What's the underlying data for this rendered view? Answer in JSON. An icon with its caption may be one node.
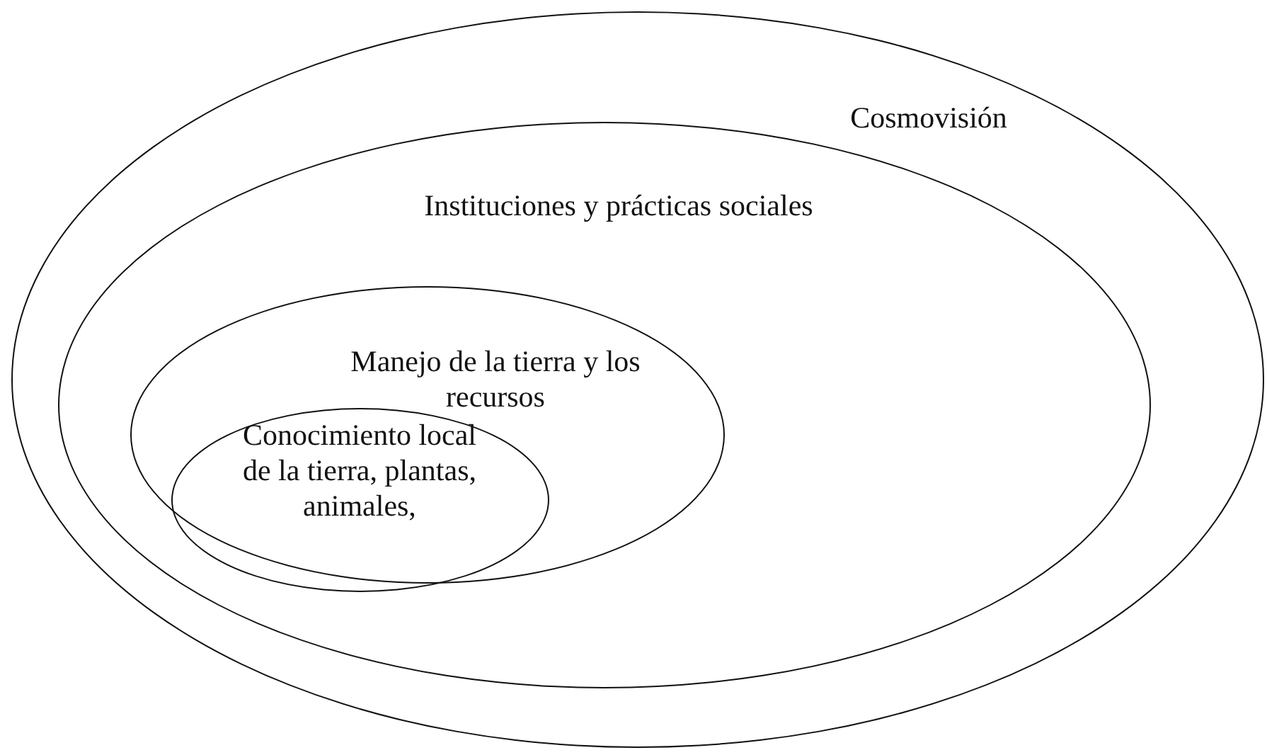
{
  "diagram": {
    "nodes": [
      {
        "text": [
          "Cosmovisión"
        ]
      },
      {
        "text": [
          "Instituciones y prácticas sociales"
        ],
        "in": 0
      },
      {
        "text": [
          "Manejo de la tierra y los recursos"
        ],
        "in": 1
      },
      {
        "text": [
          "Conocimiento local de la tierra, plantas, animales,"
        ],
        "in": 2
      }
    ]
  }
}
